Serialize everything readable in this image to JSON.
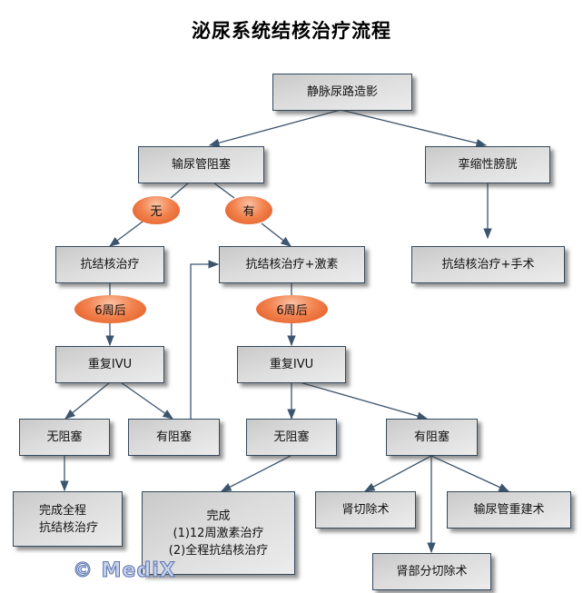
{
  "title": "泌尿系统结核治疗流程",
  "colors": {
    "edge": "#3b556e",
    "node_border": "#34495e",
    "ellipse_accent": "#e8622b",
    "watermark": "#5a73b0"
  },
  "nodes": {
    "ivp": "静脉尿路造影",
    "ureter_obstruction": "输尿管阻塞",
    "contracted_bladder": "挛缩性膀胱",
    "anti_tb": "抗结核治疗",
    "anti_tb_steroid": "抗结核治疗+激素",
    "anti_tb_surgery": "抗结核治疗+手术",
    "repeat_ivu_left": "重复IVU",
    "repeat_ivu_right": "重复IVU",
    "no_obstruction_left": "无阻塞",
    "obstruction_left": "有阻塞",
    "no_obstruction_right": "无阻塞",
    "obstruction_right": "有阻塞",
    "complete_full_course": "完成全程\n抗结核治疗",
    "complete_steroid": "完成\n(1)12周激素治疗\n(2)全程抗结核治疗",
    "nephrectomy": "肾切除术",
    "ureter_reconstruction": "输尿管重建术",
    "partial_nephrectomy": "肾部分切除术"
  },
  "labels": {
    "no": "无",
    "yes": "有",
    "after_6_weeks_left": "6周后",
    "after_6_weeks_right": "6周后"
  },
  "watermark": "© MediX"
}
